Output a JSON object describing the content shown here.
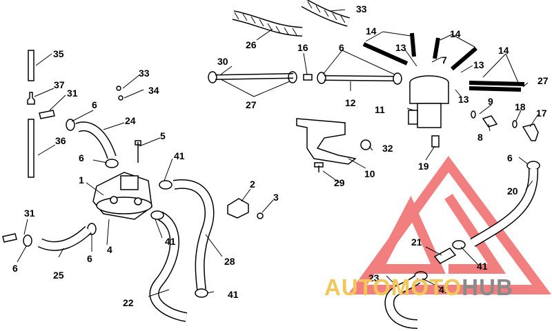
{
  "diagram": {
    "callouts": {
      "c1": "1",
      "c2": "2",
      "c3": "3",
      "c4": "4",
      "c5": "5",
      "c6a": "6",
      "c6b": "6",
      "c6c": "6",
      "c6d": "6",
      "c6e": "6",
      "c6f": "6",
      "c7": "7",
      "c8": "8",
      "c9": "9",
      "c10": "10",
      "c11": "11",
      "c12": "12",
      "c13a": "13",
      "c13b": "13",
      "c13c": "13",
      "c14a": "14",
      "c14b": "14",
      "c14c": "14",
      "c16": "16",
      "c17": "17",
      "c18": "18",
      "c19": "19",
      "c20": "20",
      "c21": "21",
      "c22": "22",
      "c23": "23",
      "c24": "24",
      "c25": "25",
      "c26": "26",
      "c27a": "27",
      "c27b": "27",
      "c28": "28",
      "c29": "29",
      "c30": "30",
      "c31a": "31",
      "c31b": "31",
      "c32": "32",
      "c33a": "33",
      "c33b": "33",
      "c34": "34",
      "c35": "35",
      "c36": "36",
      "c37": "37",
      "c41a": "41",
      "c41b": "41",
      "c41c": "41",
      "c41d": "41",
      "c41e": "41"
    }
  },
  "watermark": {
    "part1": "AUTOMOTO",
    "part2": "HUB",
    "colors": {
      "triangle": "#ee5555",
      "text_primary": "#f2c65a",
      "text_secondary": "#8a8a8a"
    }
  }
}
